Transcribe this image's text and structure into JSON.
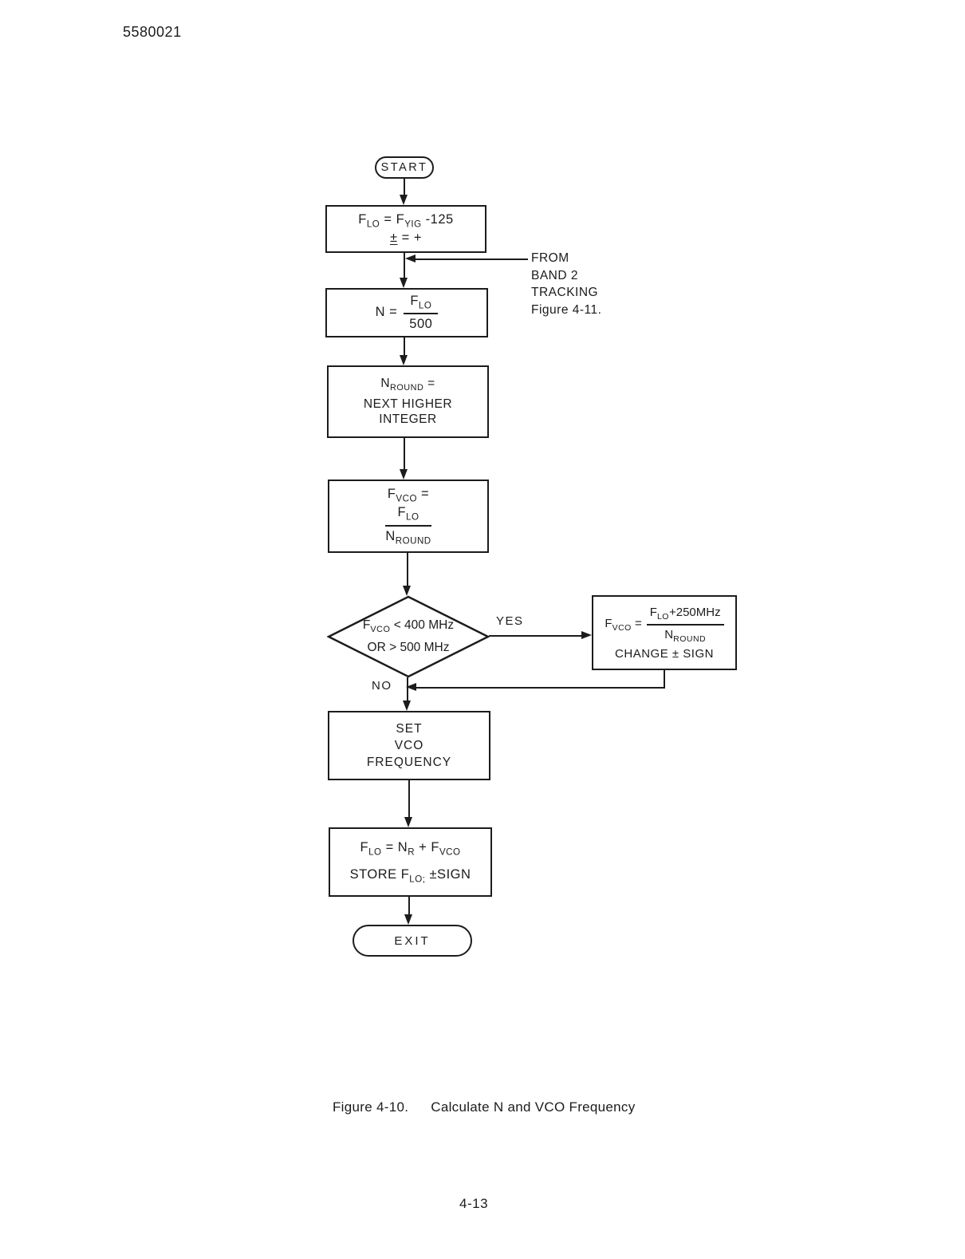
{
  "page": {
    "doc_number": "5580021",
    "caption_figure": "Figure 4-10.",
    "caption_title": "Calculate N and VCO  Frequency",
    "page_number": "4-13"
  },
  "colors": {
    "ink": "#1c1c1c",
    "paper": "#ffffff"
  },
  "flowchart": {
    "start_label": "START",
    "exit_label": "EXIT",
    "assign_flo": {
      "formula": "F_{LO} = F_{YIG} -125",
      "sign_symbol": "±",
      "sign_rest": "= +"
    },
    "from_annotation": {
      "line1": "FROM",
      "line2": "BAND 2",
      "line3": "TRACKING",
      "line4": "Figure 4-11."
    },
    "calc_n": {
      "lhs": "N =",
      "numerator": "F_{LO}",
      "denominator": "500"
    },
    "round_n": {
      "line1": "N_{ROUND} =",
      "line2": "NEXT HIGHER",
      "line3": "INTEGER"
    },
    "calc_fvco": {
      "lhs": "F_{VCO} =",
      "numerator": "F_{LO}",
      "denominator": "N_{ROUND}"
    },
    "decision": {
      "line1": "F_{VCO} < 400 MHz",
      "line2": "OR  > 500 MHz",
      "yes_label": "YES",
      "no_label": "NO"
    },
    "adjust_fvco": {
      "lhs": "F_{VCO} =",
      "numerator": "F_{LO}+250MHz",
      "denominator": "N_{ROUND}",
      "line2": "CHANGE ± SIGN"
    },
    "set_vco": {
      "line1": "SET",
      "line2": "VCO",
      "line3": "FREQUENCY"
    },
    "store_flo": {
      "line1": "F_{LO} = N_{R} + F_{VCO}",
      "line2": "STORE F_{LO;} ±SIGN"
    }
  }
}
